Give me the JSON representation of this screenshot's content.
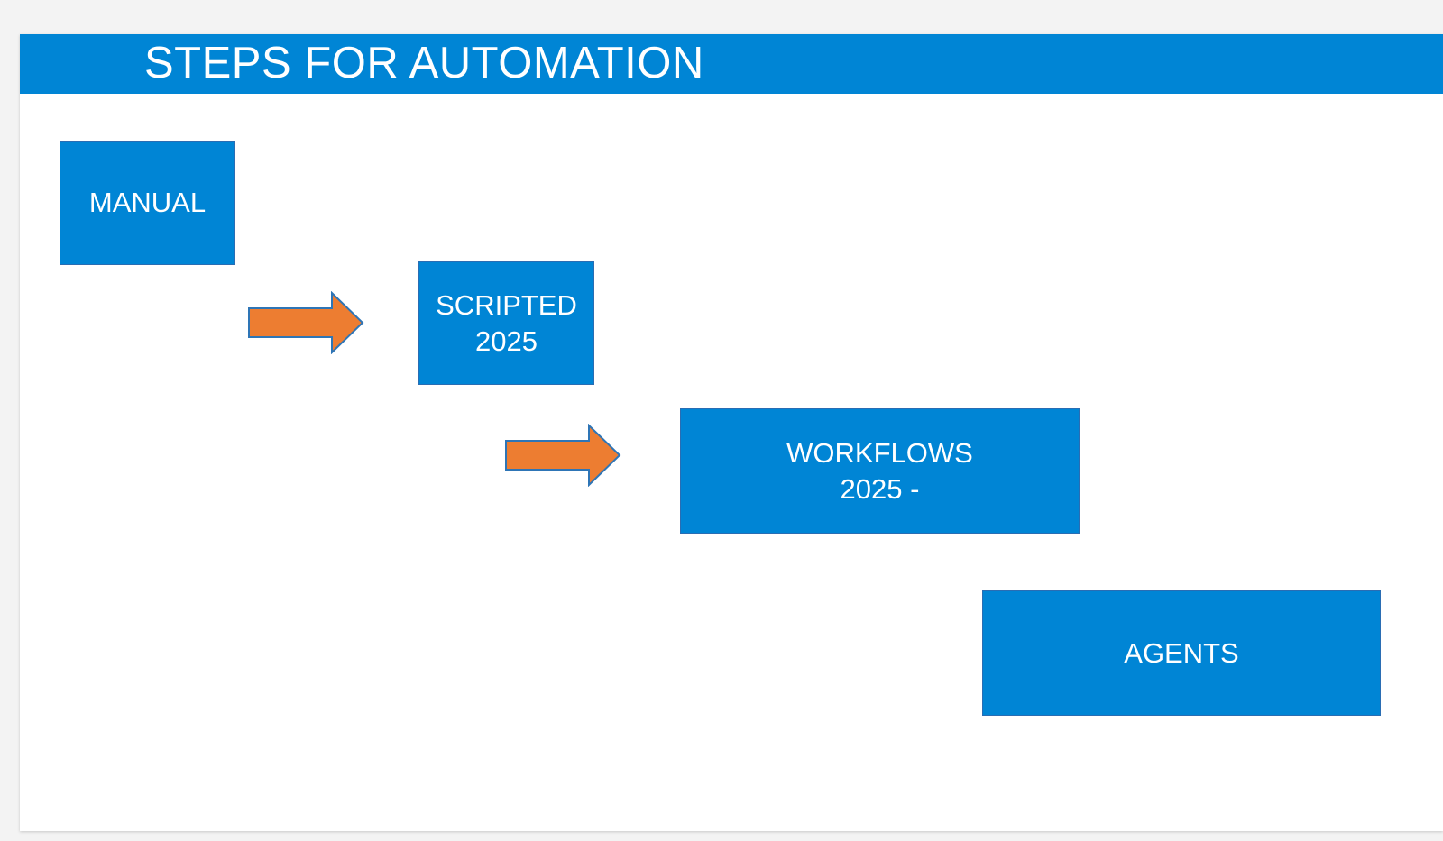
{
  "slide": {
    "title": "STEPS FOR AUTOMATION"
  },
  "steps": [
    {
      "lines": [
        "MANUAL"
      ]
    },
    {
      "lines": [
        "SCRIPTED",
        "2025"
      ]
    },
    {
      "lines": [
        "WORKFLOWS",
        "2025 -"
      ]
    },
    {
      "lines": [
        "AGENTS"
      ]
    }
  ],
  "colors": {
    "box_fill": "#0085d5",
    "box_border": "#2a6db3",
    "arrow_fill": "#ed7d31",
    "arrow_border": "#2e75b6",
    "text": "#ffffff"
  },
  "icons": [
    "right-arrow-icon",
    "right-arrow-icon"
  ]
}
